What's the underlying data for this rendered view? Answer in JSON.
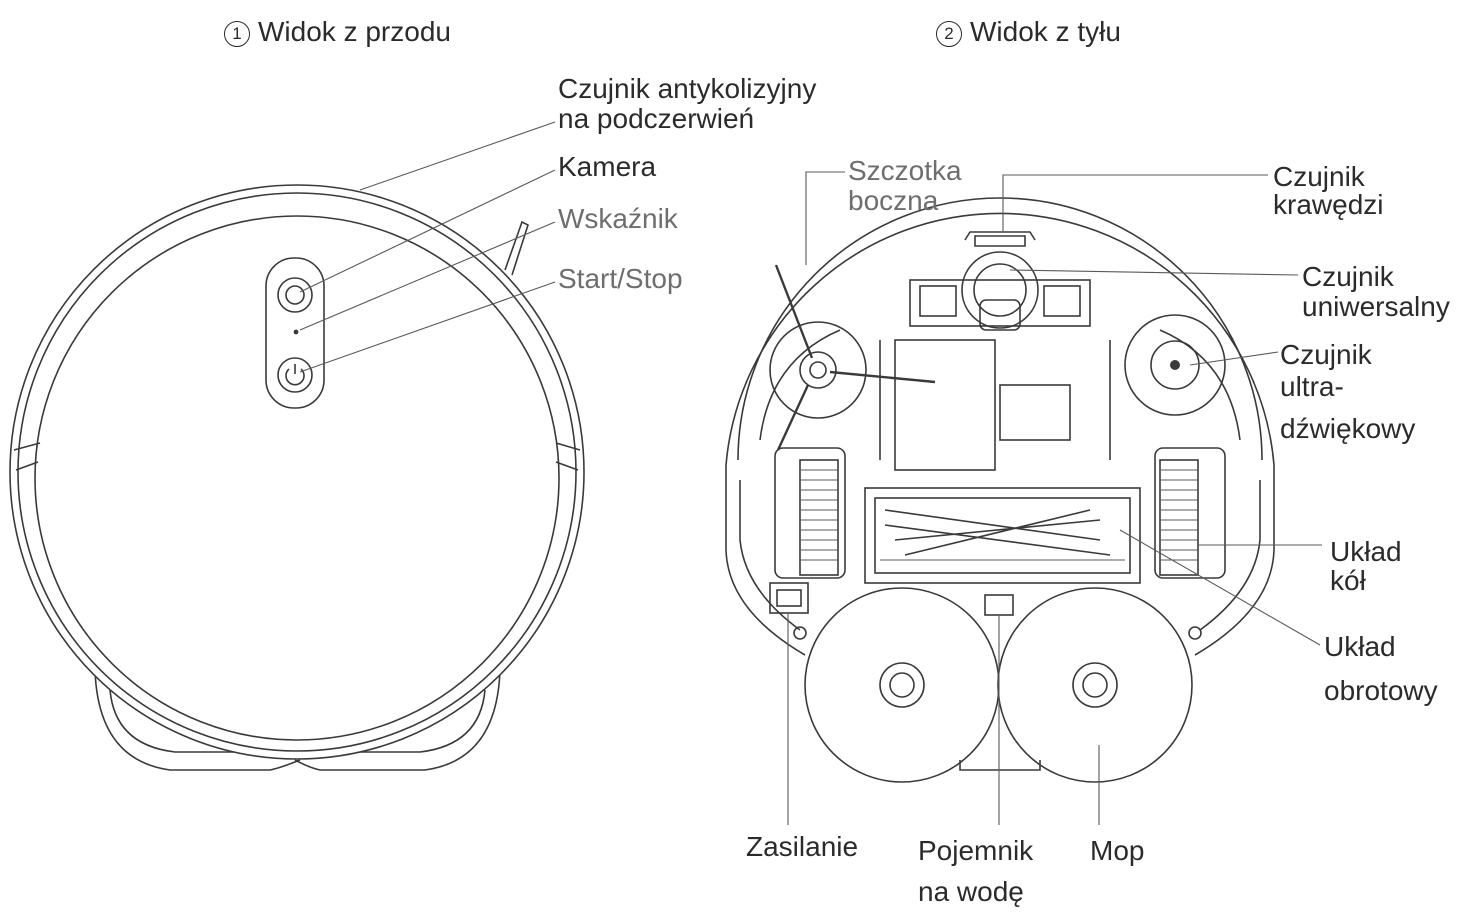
{
  "front_view": {
    "number": "1",
    "title": "Widok z przodu",
    "labels": {
      "ir_sensor_line1": "Czujnik antykolizyjny",
      "ir_sensor_line2": "na podczerwień",
      "camera": "Kamera",
      "indicator": "Wskaźnik",
      "start_stop": "Start/Stop"
    }
  },
  "back_view": {
    "number": "2",
    "title": "Widok z tyłu",
    "labels": {
      "side_brush_line1": "Szczotka",
      "side_brush_line2": "boczna",
      "edge_sensor_line1": "Czujnik",
      "edge_sensor_line2": "krawędzi",
      "universal_sensor_line1": "Czujnik",
      "universal_sensor_line2": "uniwersalny",
      "ultrasonic_line1": "Czujnik",
      "ultrasonic_line2": "ultra-",
      "ultrasonic_line3": "dźwiękowy",
      "wheels_line1": "Układ",
      "wheels_line2": "kół",
      "rotary_line1": "Układ",
      "rotary_line2": "obrotowy",
      "power": "Zasilanie",
      "tank_line1": "Pojemnik",
      "tank_line2": "na wodę",
      "mop": "Mop"
    }
  }
}
